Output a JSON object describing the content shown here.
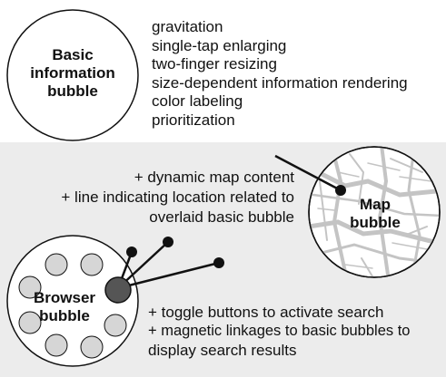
{
  "basic_bubble": {
    "title_lines": [
      "Basic",
      "information",
      "bubble"
    ],
    "features": [
      "gravitation",
      "single-tap enlarging",
      "two-finger resizing",
      "size-dependent information rendering",
      "color labeling",
      "prioritization"
    ]
  },
  "map_bubble": {
    "title_lines": [
      "Map",
      "bubble"
    ],
    "annotations": [
      "+ dynamic map content",
      "+ line indicating location related to",
      "overlaid basic bubble"
    ]
  },
  "browser_bubble": {
    "title_lines": [
      "Browser",
      "bubble"
    ],
    "annotations": [
      "+ toggle buttons to activate search",
      "+ magnetic linkages to basic bubbles to",
      "display search results"
    ]
  },
  "colors": {
    "panel": "#ececec",
    "bubble_fill": "#ffffff",
    "outline": "#111111",
    "toggle_button": "#d4d4d4",
    "active_button": "#555555",
    "map_streets": "#bdbdbd"
  }
}
